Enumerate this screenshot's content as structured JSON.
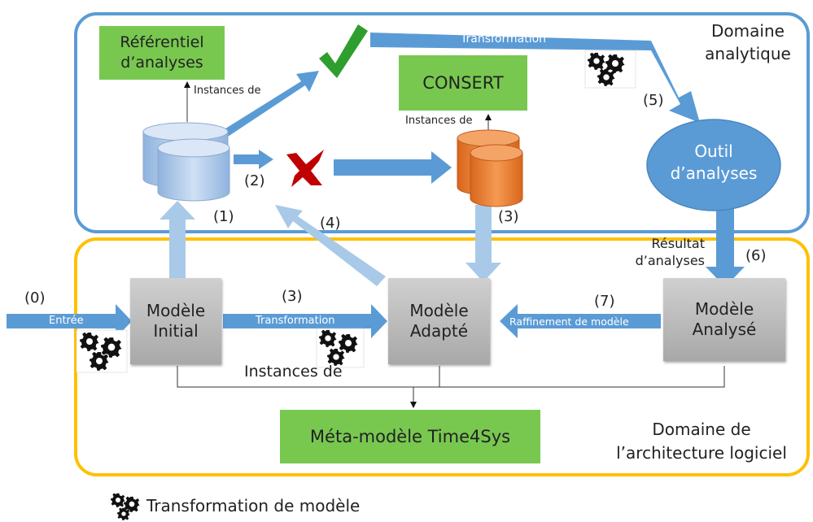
{
  "domains": {
    "analytique": "Domaine\nanalytique",
    "architecture": "Domaine de\nl’architecture logiciel"
  },
  "boxes": {
    "referentiel": "Référentiel\nd’analyses",
    "consert": "CONSERT",
    "outil": "Outil\nd’analyses",
    "modele_initial": "Modèle\nInitial",
    "modele_adapte": "Modèle\nAdapté",
    "modele_analyse": "Modèle\nAnalysé",
    "metamodele": "Méta-modèle Time4Sys"
  },
  "labels": {
    "instances_de_1": "Instances de",
    "instances_de_2": "Instances de",
    "instances_de_3": "Instances de",
    "resultat": "Résultat\nd’analyses",
    "step0": "(0)",
    "step1": "(1)",
    "step2": "(2)",
    "step3a": "(3)",
    "step3b": "(3)",
    "step4": "(4)",
    "step5": "(5)",
    "step6": "(6)",
    "step7": "(7)"
  },
  "arrows": {
    "transformation_top": "Transformation",
    "entree": "Entrée",
    "transformation_mid": "Transformation",
    "raffinement": "Raffinement de modèle"
  },
  "legend": {
    "label": "Transformation de modèle"
  },
  "colors": {
    "analytique_border": "#5b9bd5",
    "architecture_border": "#ffc000",
    "green_box": "#78c850",
    "arrow_blue": "#5b9bd5",
    "arrow_light": "#a9c9e8",
    "db_blue": "#b3cdeb",
    "db_orange": "#ed7d31",
    "check": "#2e9e2e",
    "cross": "#c00000",
    "outil_fill": "#5b9bd5"
  }
}
